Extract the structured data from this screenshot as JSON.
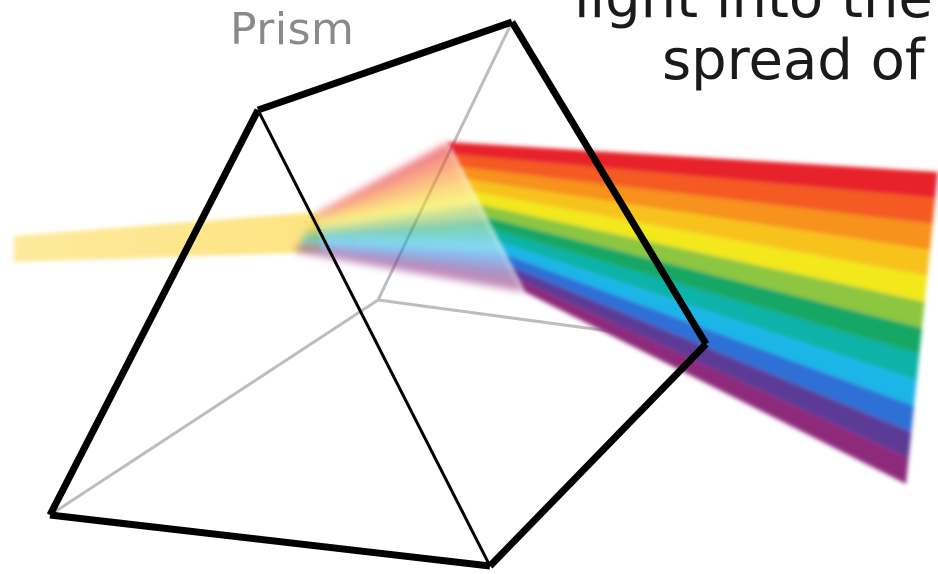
{
  "diagram": {
    "prism_label": "Prism",
    "caption": {
      "line1": "light into the s",
      "line2": "spread of c"
    },
    "spectrum_colors": [
      "#e8232b",
      "#f45a22",
      "#f7921e",
      "#f8c21c",
      "#f2e81c",
      "#8dc63f",
      "#17a765",
      "#10b3a8",
      "#1fb5e8",
      "#2f6fd6",
      "#5b3a97",
      "#8e2c7c"
    ],
    "beam_color": "#fde27a",
    "outline_color": "#000000",
    "hidden_edge_color": "#bdbdbd"
  }
}
